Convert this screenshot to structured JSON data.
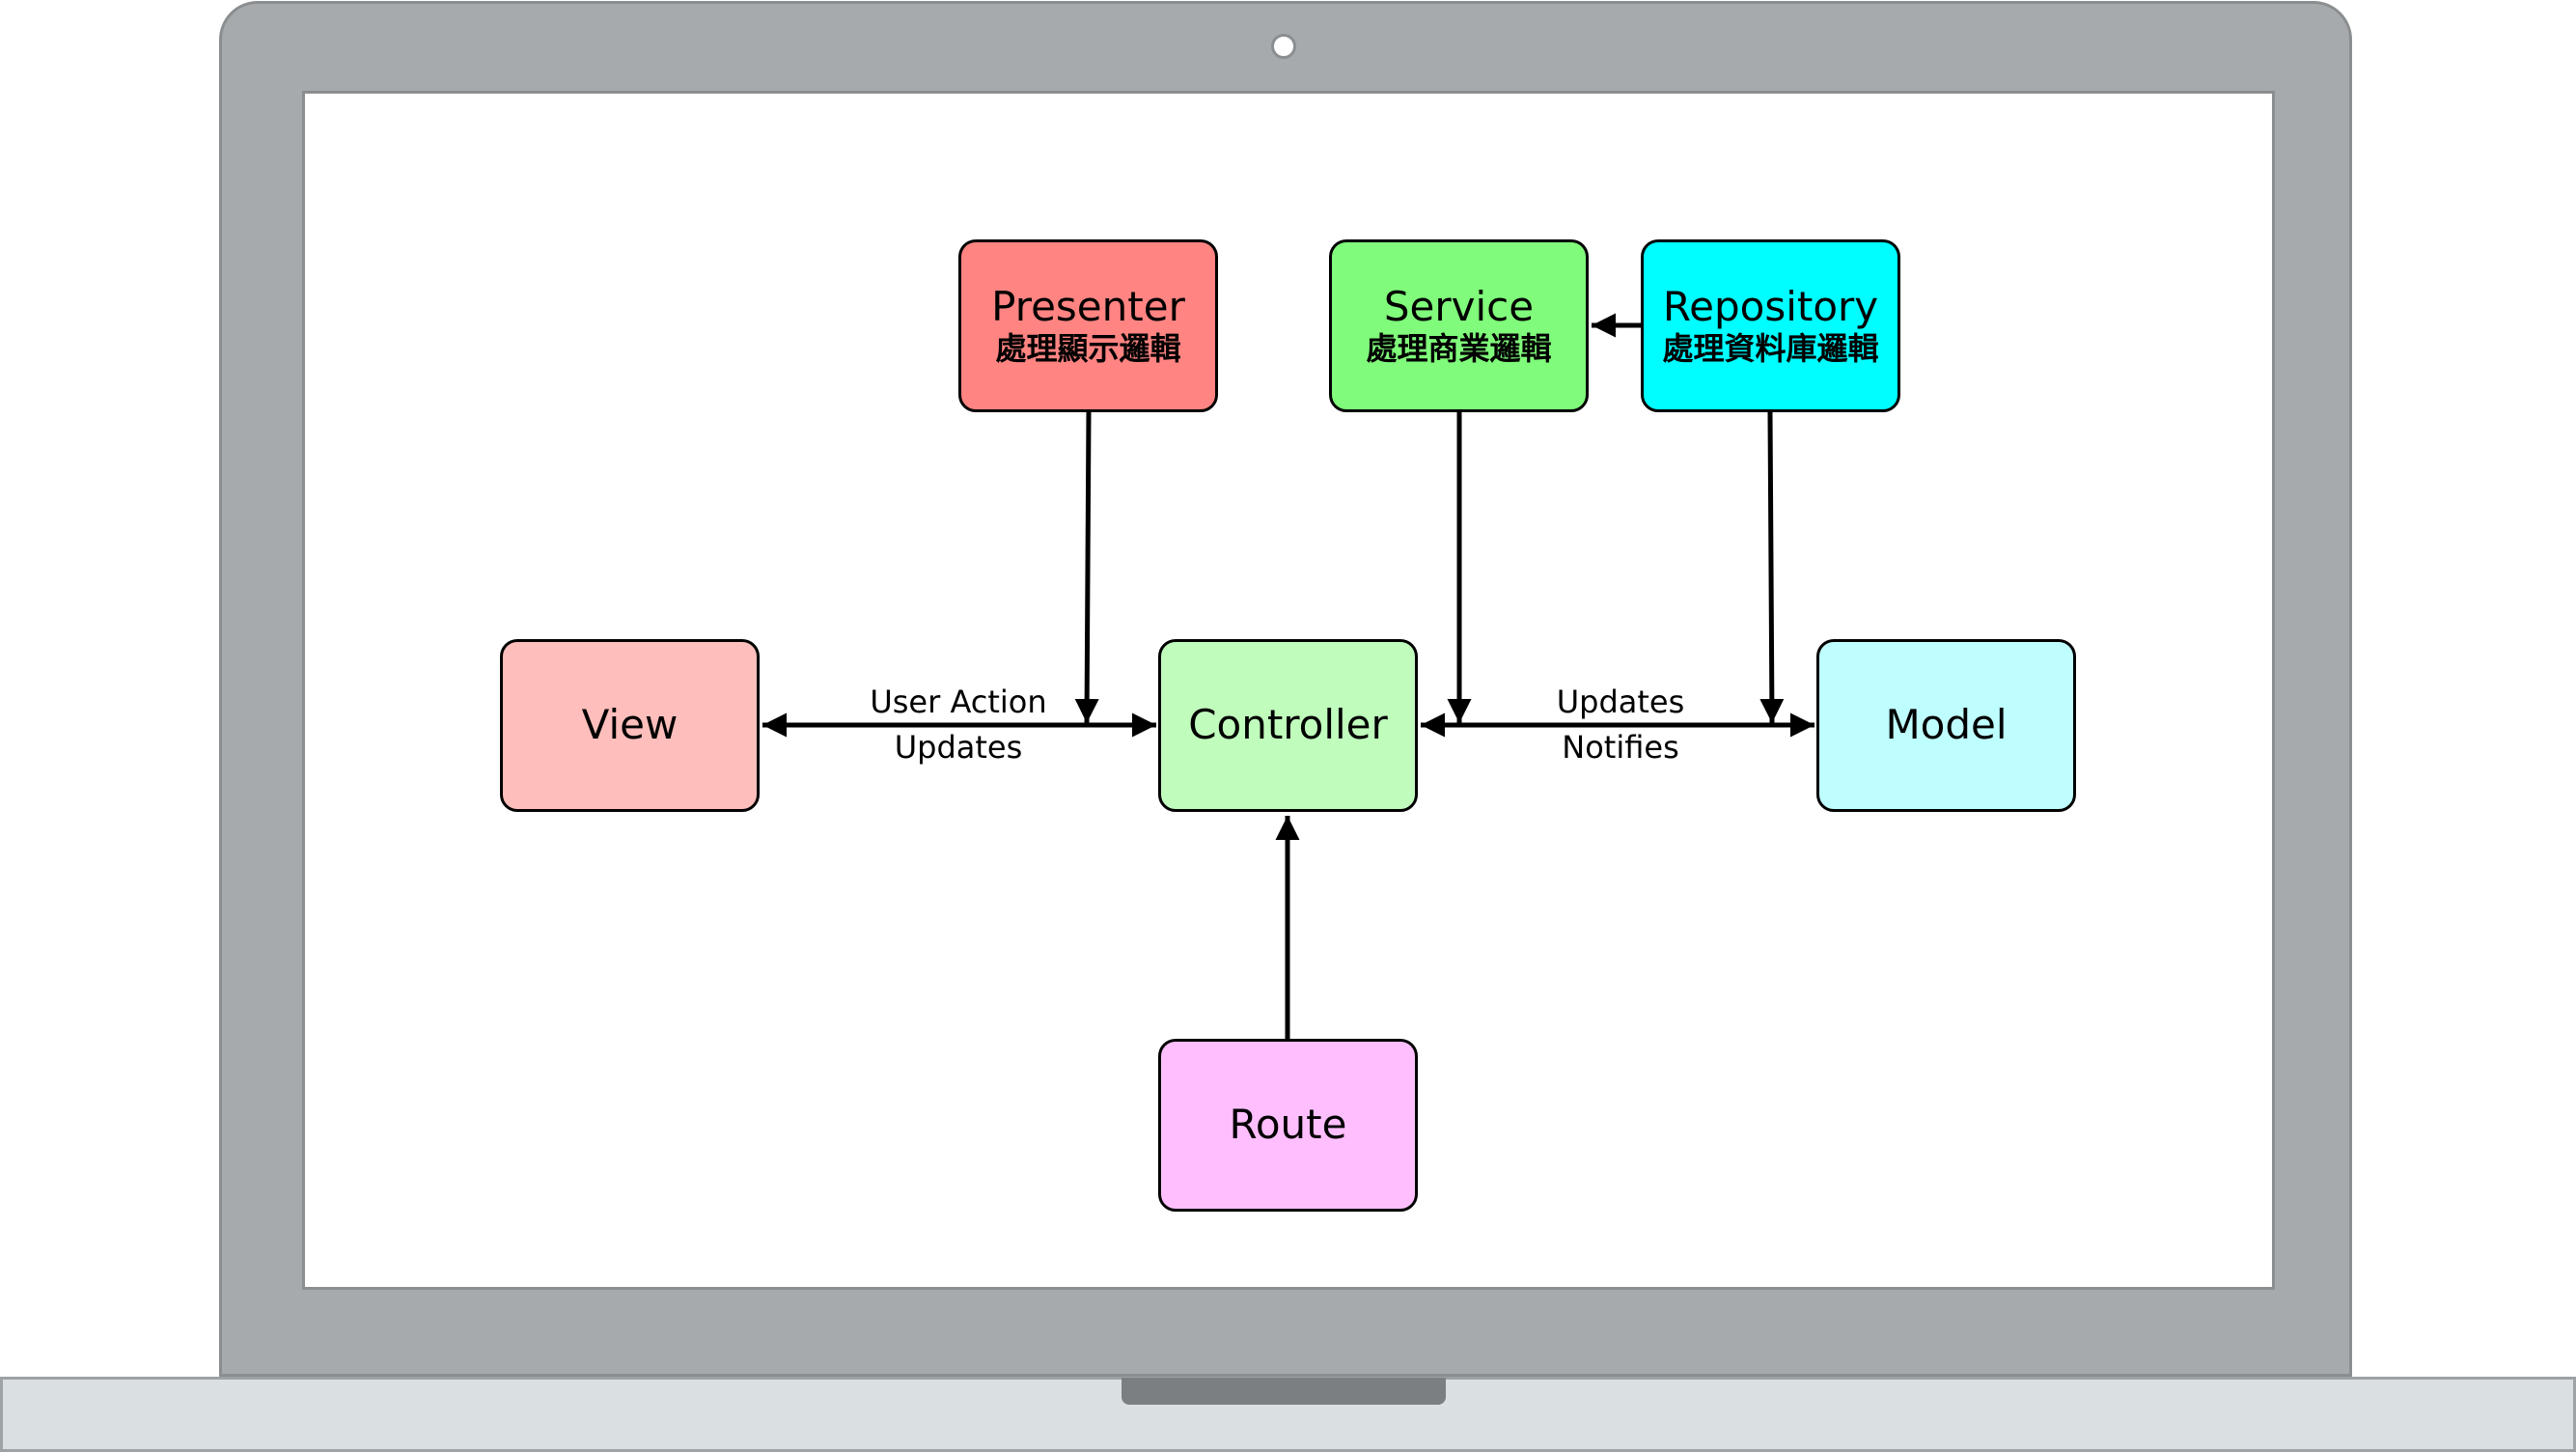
{
  "nodes": {
    "presenter": {
      "title": "Presenter",
      "subtitle": "處理顯示邏輯",
      "color": "#ff8482"
    },
    "service": {
      "title": "Service",
      "subtitle": "處理商業邏輯",
      "color": "#80fb7b"
    },
    "repository": {
      "title": "Repository",
      "subtitle": "處理資料庫邏輯",
      "color": "#00fdff"
    },
    "view": {
      "title": "View",
      "color": "#febebb"
    },
    "controller": {
      "title": "Controller",
      "color": "#c0fdbd"
    },
    "model": {
      "title": "Model",
      "color": "#bffeff"
    },
    "route": {
      "title": "Route",
      "color": "#ffbffe"
    }
  },
  "edges": {
    "view_controller": {
      "top_label": "User Action",
      "bottom_label": "Updates"
    },
    "controller_model": {
      "top_label": "Updates",
      "bottom_label": "Notifies"
    }
  }
}
